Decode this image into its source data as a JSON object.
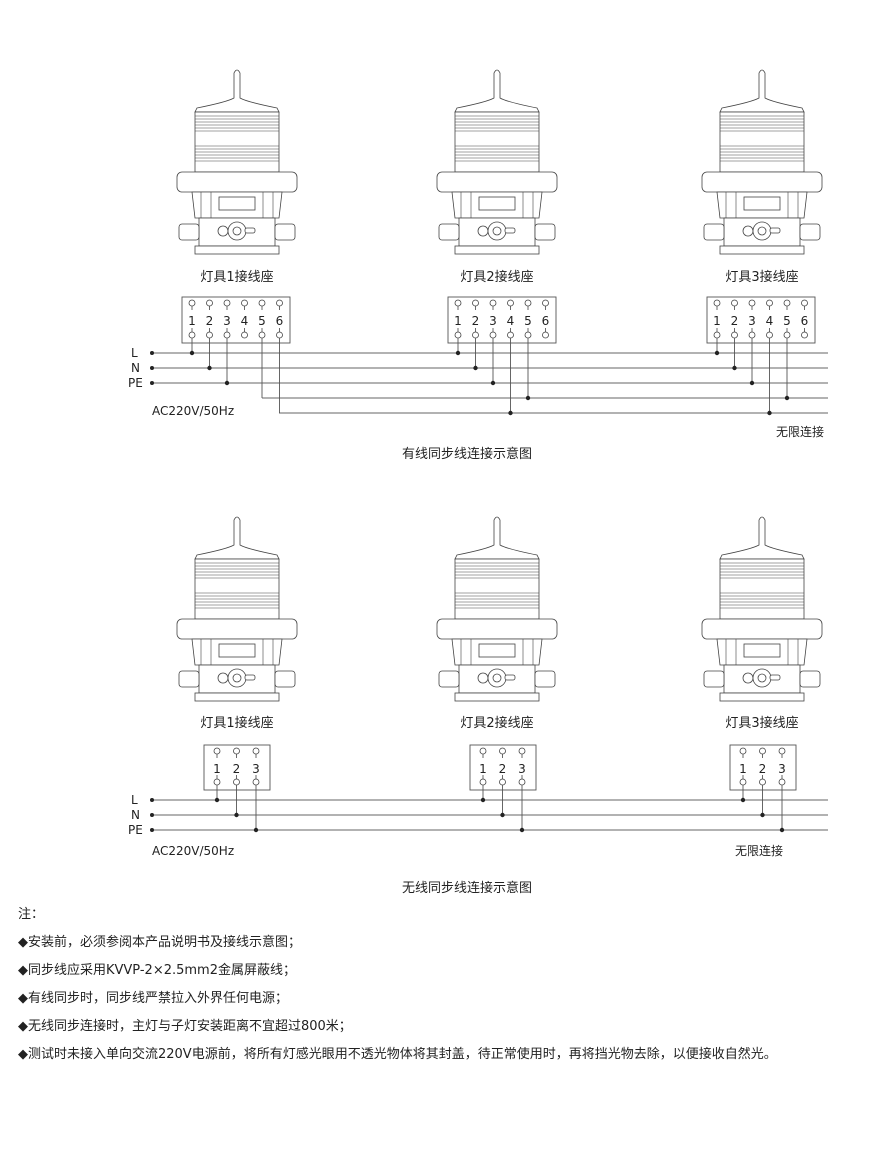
{
  "wired": {
    "lamp_labels": [
      "灯具1接线座",
      "灯具2接线座",
      "灯具3接线座"
    ],
    "terminals": [
      "1",
      "2",
      "3",
      "4",
      "5",
      "6"
    ],
    "bus_labels": [
      "L",
      "N",
      "PE"
    ],
    "power": "AC220V/50Hz",
    "extend": "无限连接",
    "title": "有线同步线连接示意图"
  },
  "wireless": {
    "lamp_labels": [
      "灯具1接线座",
      "灯具2接线座",
      "灯具3接线座"
    ],
    "terminals": [
      "1",
      "2",
      "3"
    ],
    "bus_labels": [
      "L",
      "N",
      "PE"
    ],
    "power": "AC220V/50Hz",
    "extend": "无限连接",
    "title": "无线同步线连接示意图"
  },
  "notes": {
    "heading": "注：",
    "items": [
      "◆安装前，必须参阅本产品说明书及接线示意图；",
      "◆同步线应采用KVVP-2×2.5mm2金属屏蔽线；",
      "◆有线同步时，同步线严禁拉入外界任何电源；",
      "◆无线同步连接时，主灯与子灯安装距离不宜超过800米；",
      "◆测试时未接入单向交流220V电源前，将所有灯感光眼用不透光物体将其封盖，待正常使用时，再将挡光物去除，以便接收自然光。"
    ]
  }
}
